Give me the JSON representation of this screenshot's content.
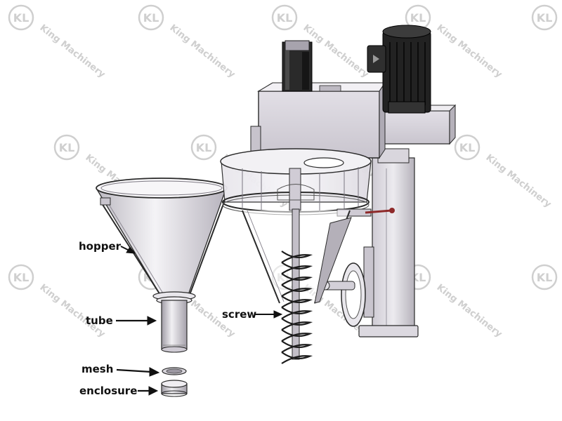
{
  "labels": {
    "hopper": "hopper",
    "tube": "tube",
    "mesh": "mesh",
    "enclosure": "enclosure",
    "screw": "screw"
  },
  "watermark": {
    "logo_letters": "KL",
    "text": "King Machinery",
    "color": "#cfcfcf"
  },
  "colors": {
    "metal": "#d6d3da",
    "metal_dark": "#a9a5ae",
    "outline": "#2a2a2a",
    "motor": "#1e1e1e",
    "rod_red": "#8e2a2a",
    "arrow": "#111111"
  }
}
